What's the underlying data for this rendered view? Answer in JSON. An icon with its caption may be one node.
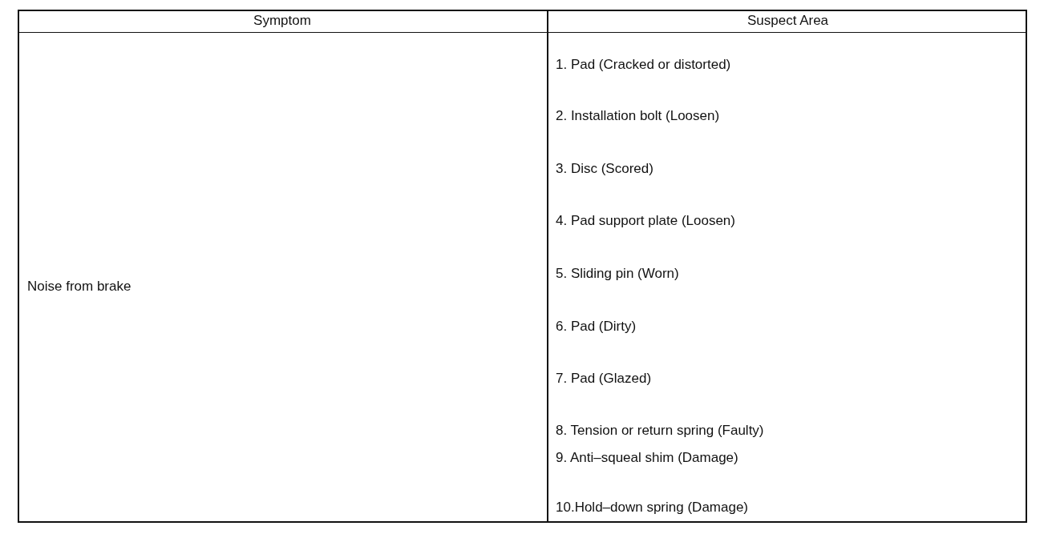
{
  "diagram": {
    "labels": [
      "Symptom",
      "Suspect Area",
      "Noise from brake",
      "1. Pad (Cracked or distorted)",
      "2. Installation bolt (Loosen)",
      "3. Disc (Scored)",
      "4. Pad support plate (Loosen)",
      "5. Sliding pin (Worn)",
      "6. Pad (Dirty)",
      "7. Pad (Glazed)",
      "8. Tension or return spring (Faulty)",
      "9. Anti–squeal shim (Damage)",
      "10.Hold–down spring (Damage)"
    ]
  }
}
